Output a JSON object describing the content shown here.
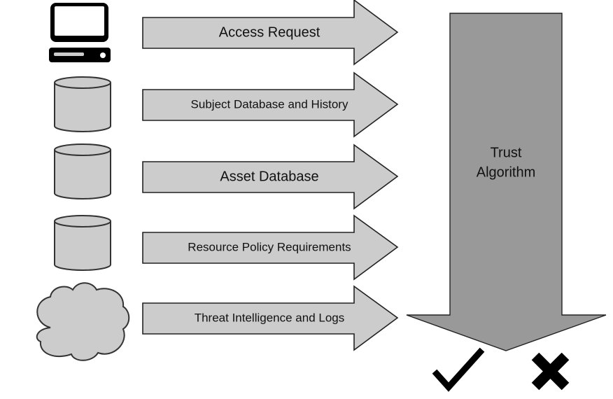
{
  "diagram": {
    "inputs": [
      {
        "icon": "computer-icon",
        "label": "Access Request"
      },
      {
        "icon": "database-icon",
        "label": "Subject Database and History"
      },
      {
        "icon": "database-icon",
        "label": "Asset Database"
      },
      {
        "icon": "database-icon",
        "label": "Resource Policy Requirements"
      },
      {
        "icon": "cloud-icon",
        "label": "Threat Intelligence and Logs"
      }
    ],
    "processor": {
      "line1": "Trust",
      "line2": "Algorithm"
    },
    "outcomes": [
      {
        "icon": "checkmark-icon",
        "meaning": "allow"
      },
      {
        "icon": "cross-icon",
        "meaning": "deny"
      }
    ],
    "colors": {
      "input_arrow_fill": "#cccccc",
      "trust_arrow_fill": "#999999",
      "stroke": "#222222",
      "icon_black": "#000000"
    }
  }
}
